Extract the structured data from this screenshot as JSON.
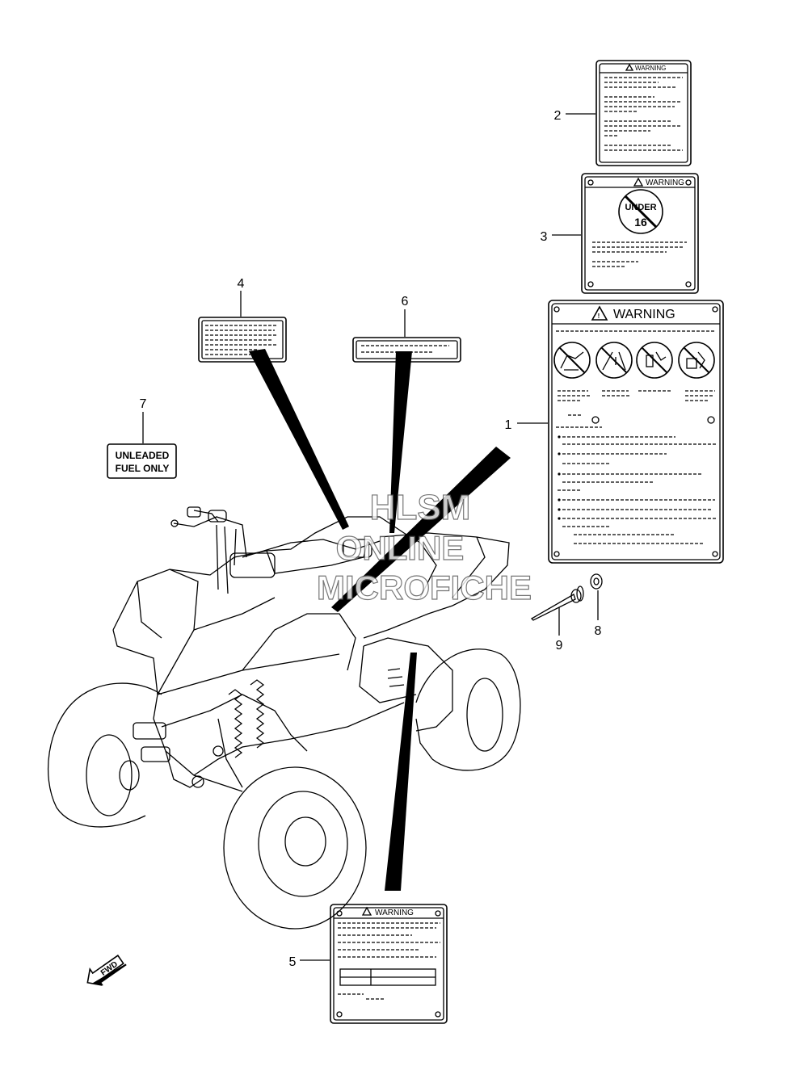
{
  "callouts": [
    "1",
    "2",
    "3",
    "4",
    "5",
    "6",
    "7",
    "8",
    "9"
  ],
  "label_warning": "WARNING",
  "under16": {
    "top": "UNDER",
    "bottom": "16"
  },
  "label7": {
    "line1": "UNLEADED",
    "line2": "FUEL ONLY"
  },
  "watermark": {
    "line1": "HLSM",
    "line2": "ONLINE",
    "line3": "MICROFICHE"
  },
  "fwd": "FWD",
  "icons": [
    "no-passenger-icon",
    "no-road-icon",
    "no-alcohol-icon",
    "no-stunt-icon"
  ]
}
